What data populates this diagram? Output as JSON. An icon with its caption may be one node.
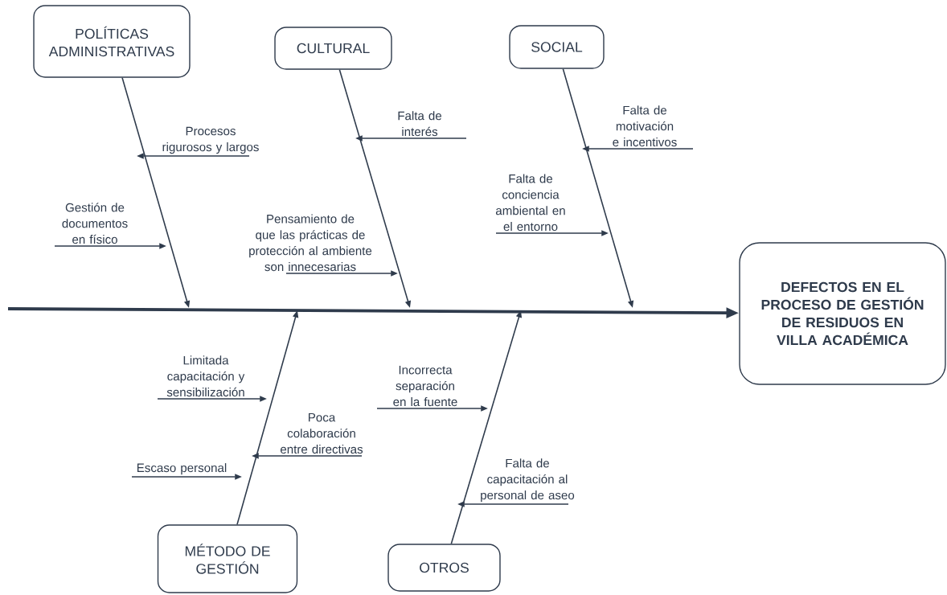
{
  "diagram": {
    "nodes": [
      {
        "text": [
          "POLÍTICAS ADMINISTRATIVAS"
        ]
      },
      {
        "text": [
          "CULTURAL"
        ]
      },
      {
        "text": [
          "SOCIAL"
        ]
      },
      {
        "text": [
          "DEFECTOS EN EL PROCESO DE GESTIÓN DE RESIDUOS EN VILLA ACADÉMICA"
        ]
      },
      {
        "text": [
          "MÉTODO DE GESTIÓN"
        ]
      },
      {
        "text": [
          "OTROS"
        ]
      },
      {
        "text": [
          "Procesos rigurosos y largos"
        ]
      },
      {
        "text": [
          "Gestión de documentos en físico"
        ]
      },
      {
        "text": [
          "Falta de interés"
        ]
      },
      {
        "text": [
          "Pensamiento de que las prácticas de protección al ambiente son innecesarias"
        ]
      },
      {
        "text": [
          "Falta de motivación e incentivos"
        ]
      },
      {
        "text": [
          "Falta de conciencia ambiental en el entorno"
        ]
      },
      {
        "text": [
          "Limitada capacitación y sensibilización"
        ]
      },
      {
        "text": [
          "Escaso personal"
        ]
      },
      {
        "text": [
          "Poca colaboración entre directivas"
        ]
      },
      {
        "text": [
          "Incorrecta separación en la fuente"
        ]
      },
      {
        "text": [
          "Falta de capacitación al personal de aseo"
        ]
      }
    ],
    "edges": [
      {
        "from": null,
        "to": 3,
        "arrow": "to",
        "style": "thick"
      },
      {
        "from": 0,
        "to": null,
        "arrow": "to"
      },
      {
        "from": 1,
        "to": null,
        "arrow": "to"
      },
      {
        "from": 2,
        "to": null,
        "arrow": "to"
      },
      {
        "from": 4,
        "to": null,
        "arrow": "to"
      },
      {
        "from": 5,
        "to": null,
        "arrow": "to"
      },
      {
        "from": 6,
        "to": null,
        "arrow": "to"
      },
      {
        "from": 7,
        "to": null,
        "arrow": "to"
      },
      {
        "from": 8,
        "to": null,
        "arrow": "to"
      },
      {
        "from": 9,
        "to": null,
        "arrow": "to"
      },
      {
        "from": 10,
        "to": null,
        "arrow": "to"
      },
      {
        "from": 11,
        "to": null,
        "arrow": "to"
      },
      {
        "from": 12,
        "to": null,
        "arrow": "to"
      },
      {
        "from": 13,
        "to": null,
        "arrow": "to"
      },
      {
        "from": 14,
        "to": null,
        "arrow": "to"
      },
      {
        "from": 15,
        "to": null,
        "arrow": "to"
      },
      {
        "from": 16,
        "to": null,
        "arrow": "to"
      }
    ]
  }
}
